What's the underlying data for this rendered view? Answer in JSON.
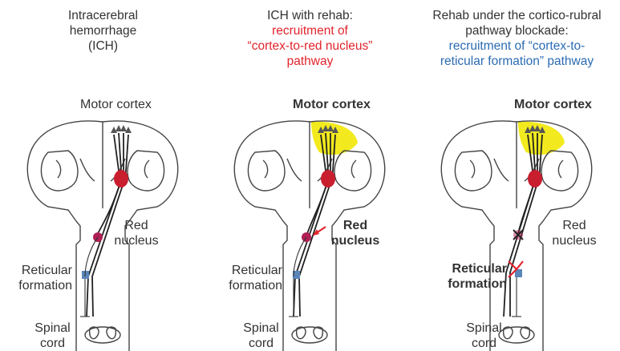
{
  "panels": [
    {
      "title_lines": [
        "Intracerebral",
        "hemorrhage",
        "(ICH)"
      ],
      "highlight_lines": [],
      "motor_cortex": "Motor cortex",
      "red_nucleus": [
        "Red",
        "nucleus"
      ],
      "reticular_formation": [
        "Reticular",
        "formation"
      ],
      "spinal_cord": [
        "Spinal",
        "cord"
      ]
    },
    {
      "title_lines": [
        "ICH with rehab:"
      ],
      "highlight_lines": [
        "recruitment of",
        "“cortex-to-red nucleus”",
        "pathway"
      ],
      "motor_cortex": "Motor cortex",
      "red_nucleus": [
        "Red",
        "nucleus"
      ],
      "reticular_formation": [
        "Reticular",
        "formation"
      ],
      "spinal_cord": [
        "Spinal",
        "cord"
      ]
    },
    {
      "title_lines": [
        "Rehab under the  cortico-rubral",
        "pathway blockade:"
      ],
      "highlight_lines": [
        "recruitment of  “cortex-to-",
        "reticular formation” pathway"
      ],
      "motor_cortex": "Motor cortex",
      "red_nucleus": [
        "Red",
        "nucleus"
      ],
      "reticular_formation": [
        "Reticular",
        "formation"
      ],
      "spinal_cord": [
        "Spinal",
        "cord"
      ]
    }
  ],
  "colors": {
    "highlight_red": "#e2242d",
    "highlight_blue": "#2b6bb3",
    "cortex_glow": "#f2ea1e",
    "lesion": "#c81e2e",
    "red_nucleus_dot": "#b01f55",
    "reticular_box": "#5a86b8"
  }
}
